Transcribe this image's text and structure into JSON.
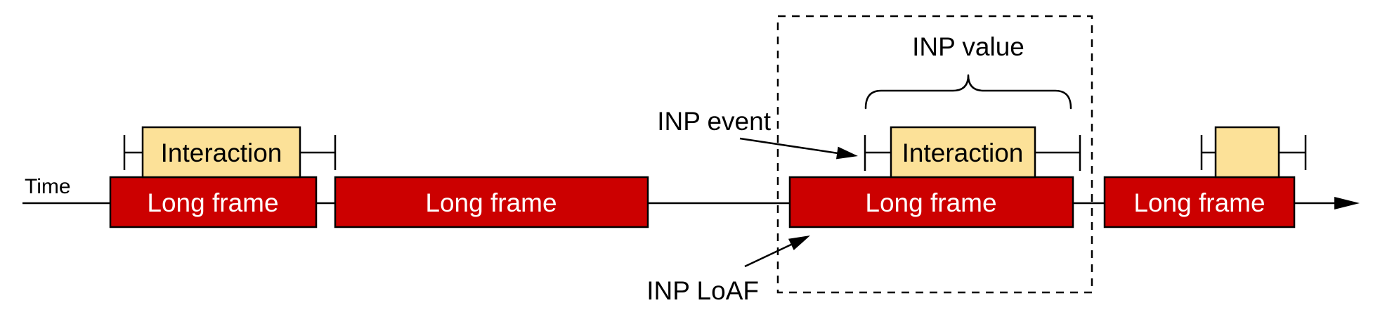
{
  "colors": {
    "long_frame_fill": "#cc0000",
    "interaction_fill": "#fce198",
    "outline": "#000000",
    "long_frame_text": "#ffffff",
    "annotation_text": "#000000"
  },
  "timeline": {
    "label": "Time"
  },
  "long_frames": [
    {
      "label": "Long frame"
    },
    {
      "label": "Long frame"
    },
    {
      "label": "Long frame"
    },
    {
      "label": "Long frame"
    }
  ],
  "interactions": [
    {
      "label": "Interaction"
    },
    {
      "label": "Interaction"
    },
    {
      "label": ""
    }
  ],
  "annotations": {
    "inp_event": "INP event",
    "inp_value": "INP value",
    "inp_loaf": "INP LoAF"
  }
}
